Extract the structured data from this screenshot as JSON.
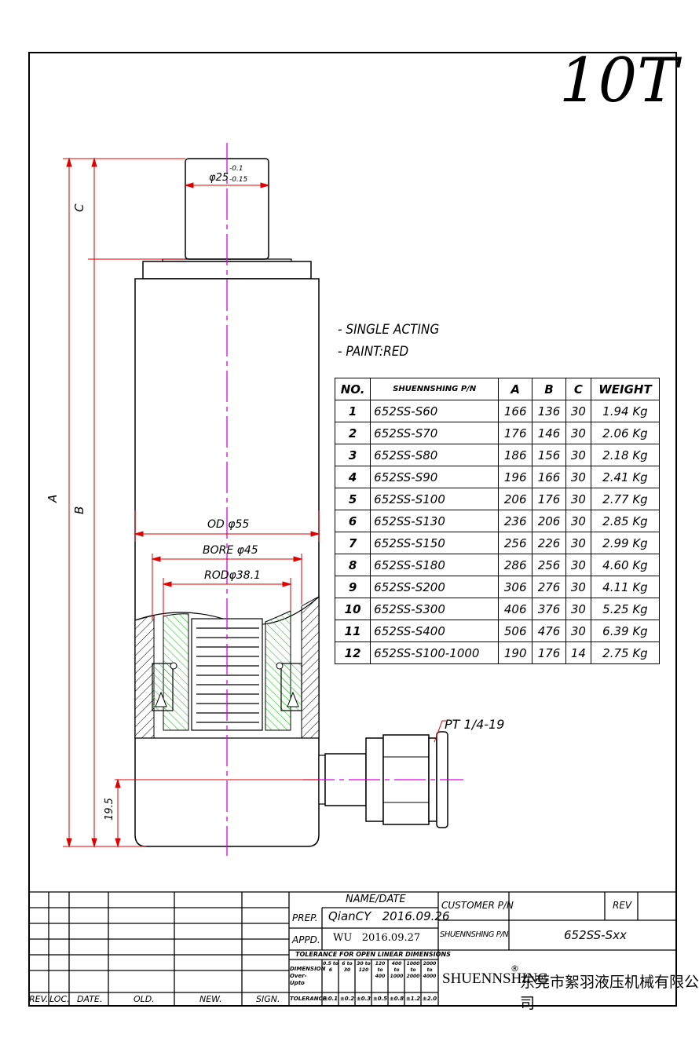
{
  "title": "10T",
  "notes": [
    "- SINGLE ACTING",
    "- PAINT:RED"
  ],
  "dimensions": {
    "a": "A",
    "b": "B",
    "c": "C",
    "base_height": "19.5",
    "od": "OD φ55",
    "bore": "BORE φ45",
    "rod": "RODφ38.1",
    "plunger_main": "φ25",
    "plunger_tol_upper": "-0.1",
    "plunger_tol_lower": "-0.15",
    "port": "PT 1/4-19"
  },
  "parts_table": {
    "headers": [
      "NO.",
      "SHUENNSHING P/N",
      "A",
      "B",
      "C",
      "WEIGHT"
    ],
    "rows": [
      [
        "1",
        "652SS-S60",
        "166",
        "136",
        "30",
        "1.94 Kg"
      ],
      [
        "2",
        "652SS-S70",
        "176",
        "146",
        "30",
        "2.06 Kg"
      ],
      [
        "3",
        "652SS-S80",
        "186",
        "156",
        "30",
        "2.18 Kg"
      ],
      [
        "4",
        "652SS-S90",
        "196",
        "166",
        "30",
        "2.41 Kg"
      ],
      [
        "5",
        "652SS-S100",
        "206",
        "176",
        "30",
        "2.77 Kg"
      ],
      [
        "6",
        "652SS-S130",
        "236",
        "206",
        "30",
        "2.85 Kg"
      ],
      [
        "7",
        "652SS-S150",
        "256",
        "226",
        "30",
        "2.99 Kg"
      ],
      [
        "8",
        "652SS-S180",
        "286",
        "256",
        "30",
        "4.60 Kg"
      ],
      [
        "9",
        "652SS-S200",
        "306",
        "276",
        "30",
        "4.11 Kg"
      ],
      [
        "10",
        "652SS-S300",
        "406",
        "376",
        "30",
        "5.25 Kg"
      ],
      [
        "11",
        "652SS-S400",
        "506",
        "476",
        "30",
        "6.39 Kg"
      ],
      [
        "12",
        "652SS-S100-1000",
        "190",
        "176",
        "14",
        "2.75 Kg"
      ]
    ]
  },
  "title_block": {
    "rev_headers": [
      "REV.",
      "LOC.",
      "DATE.",
      "OLD.",
      "NEW.",
      "SIGN."
    ],
    "name_date_header": "NAME/DATE",
    "prep_label": "PREP.",
    "prep_value": "QianCY   2016.09.26",
    "appd_label": "APPD.",
    "appd_value": "WU   2016.09.27",
    "tolerance_title": "TOLERANCE FOR OPEN LINEAR DIMENSIONS",
    "dimension_label": "DIMENSION Over-Upto",
    "tolerance_label": "TOLERANCE",
    "tol_ranges": [
      "0.5 to 6",
      "6 to 30",
      "30 to 120",
      "120 to 400",
      "400 to 1000",
      "1000 to 2000",
      "2000 to 4000"
    ],
    "tol_values": [
      "±0.1",
      "±0.2",
      "±0.3",
      "±0.5",
      "±0.8",
      "±1.2",
      "±2.0"
    ],
    "customer_pn_label": "CUSTOMER P/N",
    "rev_label": "REV",
    "shuennshing_pn_label": "SHUENNSHING P/N",
    "part_number": "652SS-Sxx",
    "company": "SHUENNSHING",
    "registered": "®",
    "company_cn": "东莞市絮羽液压机械有限公司"
  },
  "colors": {
    "centerline": "#e000e0",
    "dimension": "#e00000",
    "seal": "#22cc22",
    "outline": "#000000"
  }
}
